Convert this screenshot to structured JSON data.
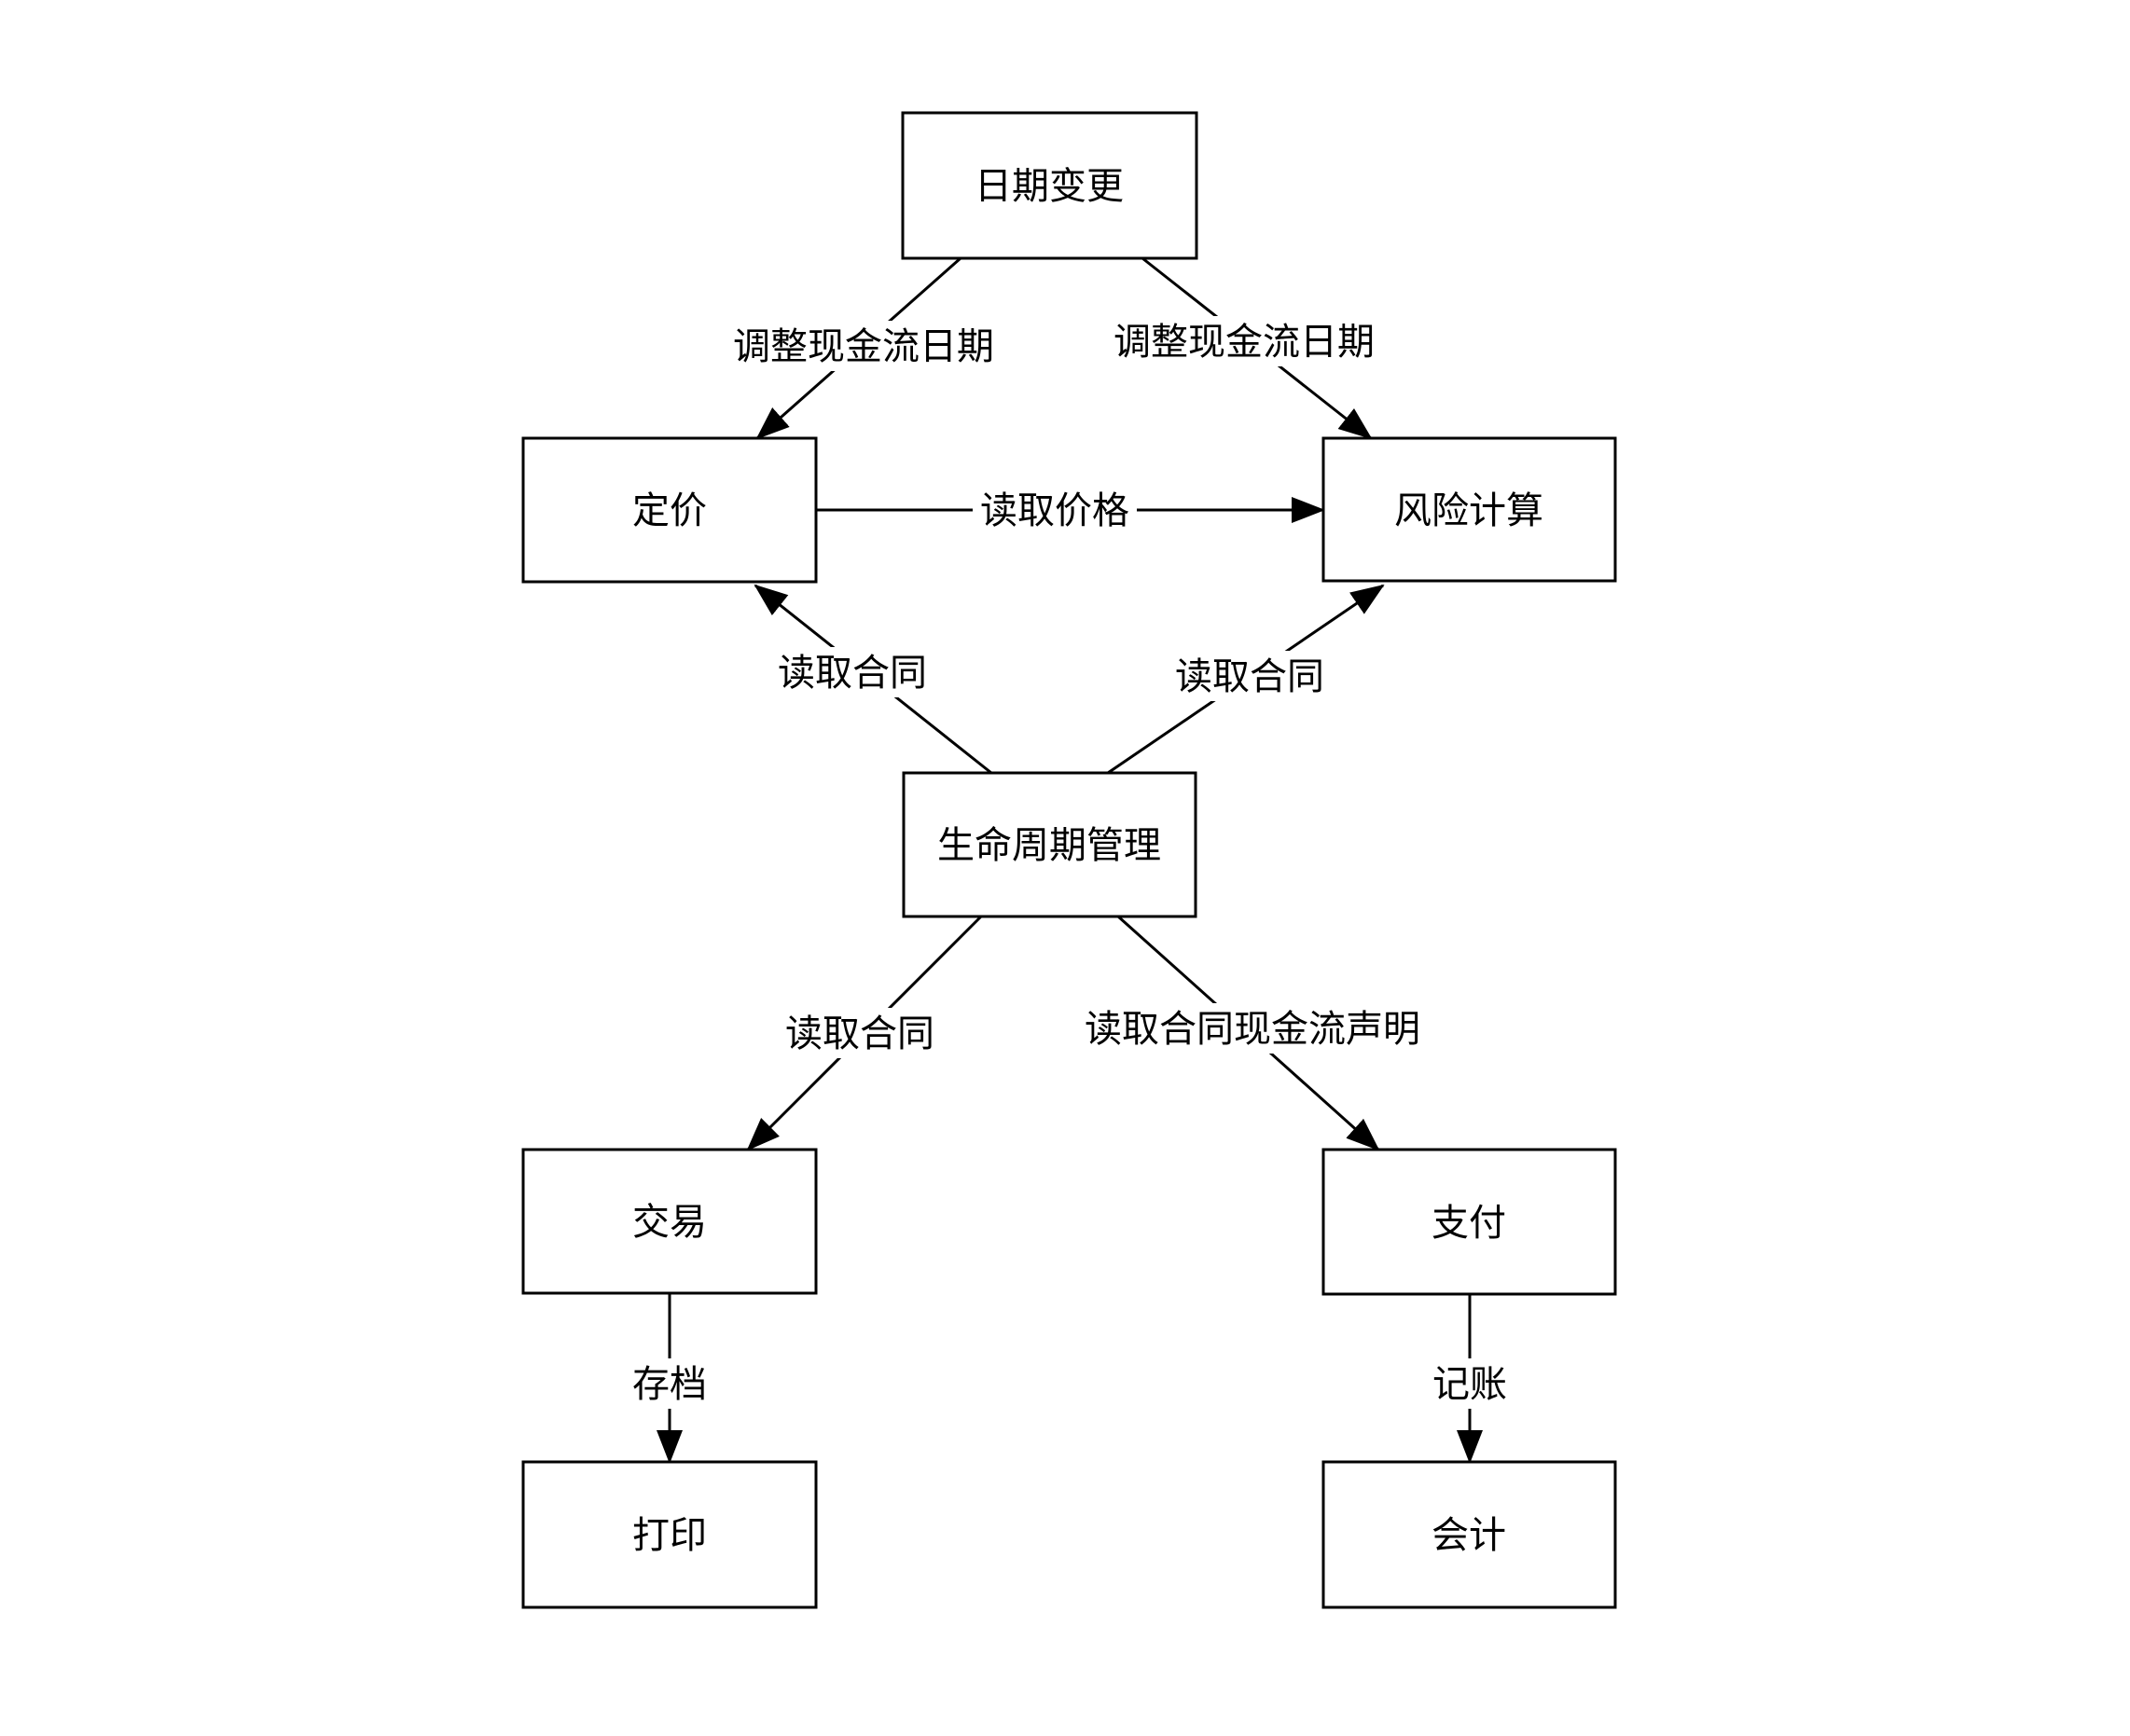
{
  "diagram": {
    "title": "trade-processing-flowchart",
    "background_color": "#ffffff",
    "line_color": "#000000",
    "text_color": "#000000"
  },
  "nodes": [
    {
      "id": "date-change",
      "label": "日期变更"
    },
    {
      "id": "pricing",
      "label": "定价"
    },
    {
      "id": "risk-calculation",
      "label": "风险计算"
    },
    {
      "id": "lifecycle-management",
      "label": "生命周期管理"
    },
    {
      "id": "trading",
      "label": "交易"
    },
    {
      "id": "payment",
      "label": "支付"
    },
    {
      "id": "printing",
      "label": "打印"
    },
    {
      "id": "accounting",
      "label": "会计"
    }
  ],
  "edges": [
    {
      "from": "date-change",
      "to": "pricing",
      "label": "调整现金流日期"
    },
    {
      "from": "date-change",
      "to": "risk-calculation",
      "label": "调整现金流日期"
    },
    {
      "from": "pricing",
      "to": "risk-calculation",
      "label": "读取价格"
    },
    {
      "from": "lifecycle-management",
      "to": "pricing",
      "label": "读取合同"
    },
    {
      "from": "lifecycle-management",
      "to": "risk-calculation",
      "label": "读取合同"
    },
    {
      "from": "lifecycle-management",
      "to": "trading",
      "label": "读取合同"
    },
    {
      "from": "lifecycle-management",
      "to": "payment",
      "label": "读取合同现金流声明"
    },
    {
      "from": "trading",
      "to": "printing",
      "label": "存档"
    },
    {
      "from": "payment",
      "to": "accounting",
      "label": "记账"
    }
  ]
}
